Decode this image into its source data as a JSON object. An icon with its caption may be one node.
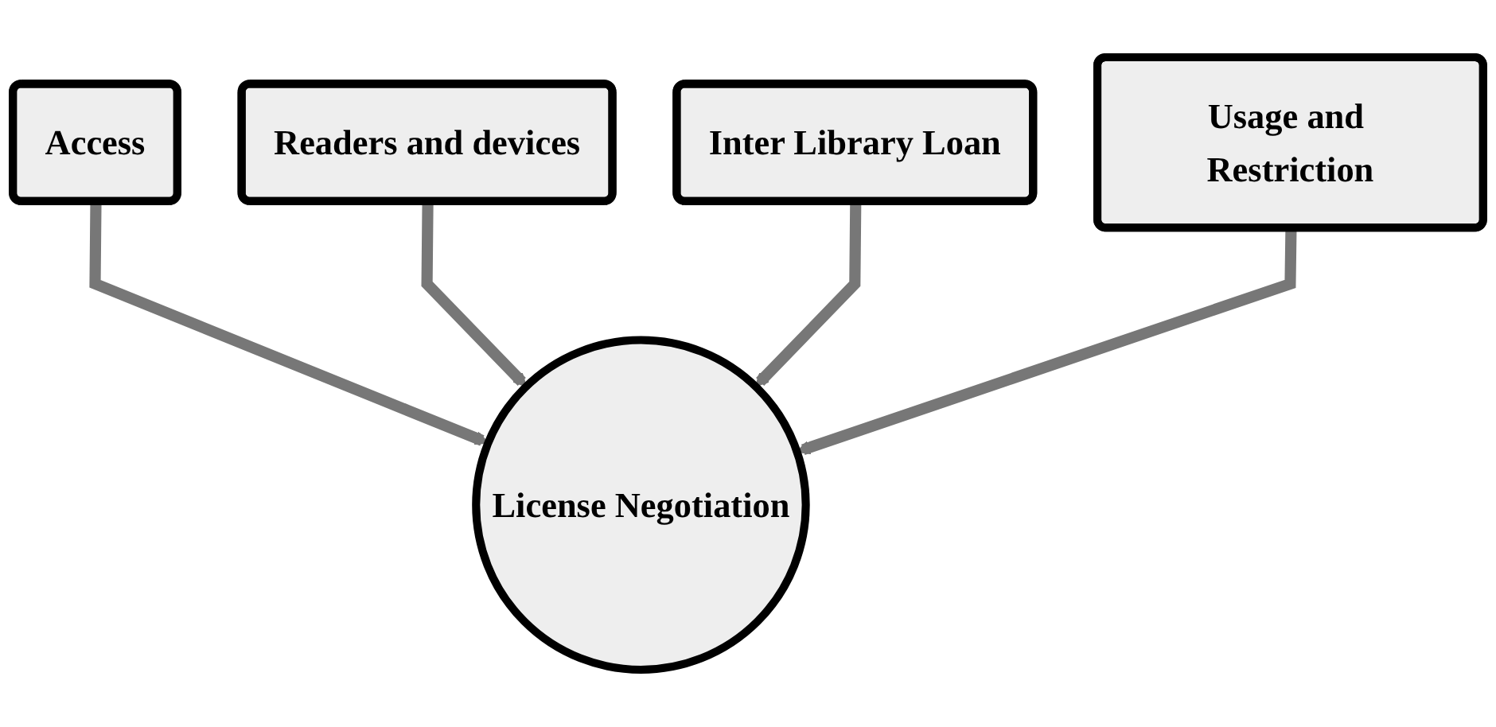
{
  "diagram": {
    "nodes": [
      {
        "text": [
          "Readers and devices"
        ]
      },
      {
        "text": [
          "Inter Library Loan"
        ]
      },
      {
        "text": [
          "Access"
        ]
      },
      {
        "text": [
          "Usage and Restriction"
        ]
      },
      {
        "text": [
          "License Negotiation"
        ]
      }
    ],
    "edges": [
      {
        "from": 2,
        "to": 4,
        "arrow": "to"
      },
      {
        "from": 0,
        "to": 4,
        "arrow": "to"
      },
      {
        "from": 1,
        "to": 4,
        "arrow": "to"
      },
      {
        "from": 3,
        "to": 4,
        "arrow": "to"
      }
    ]
  }
}
